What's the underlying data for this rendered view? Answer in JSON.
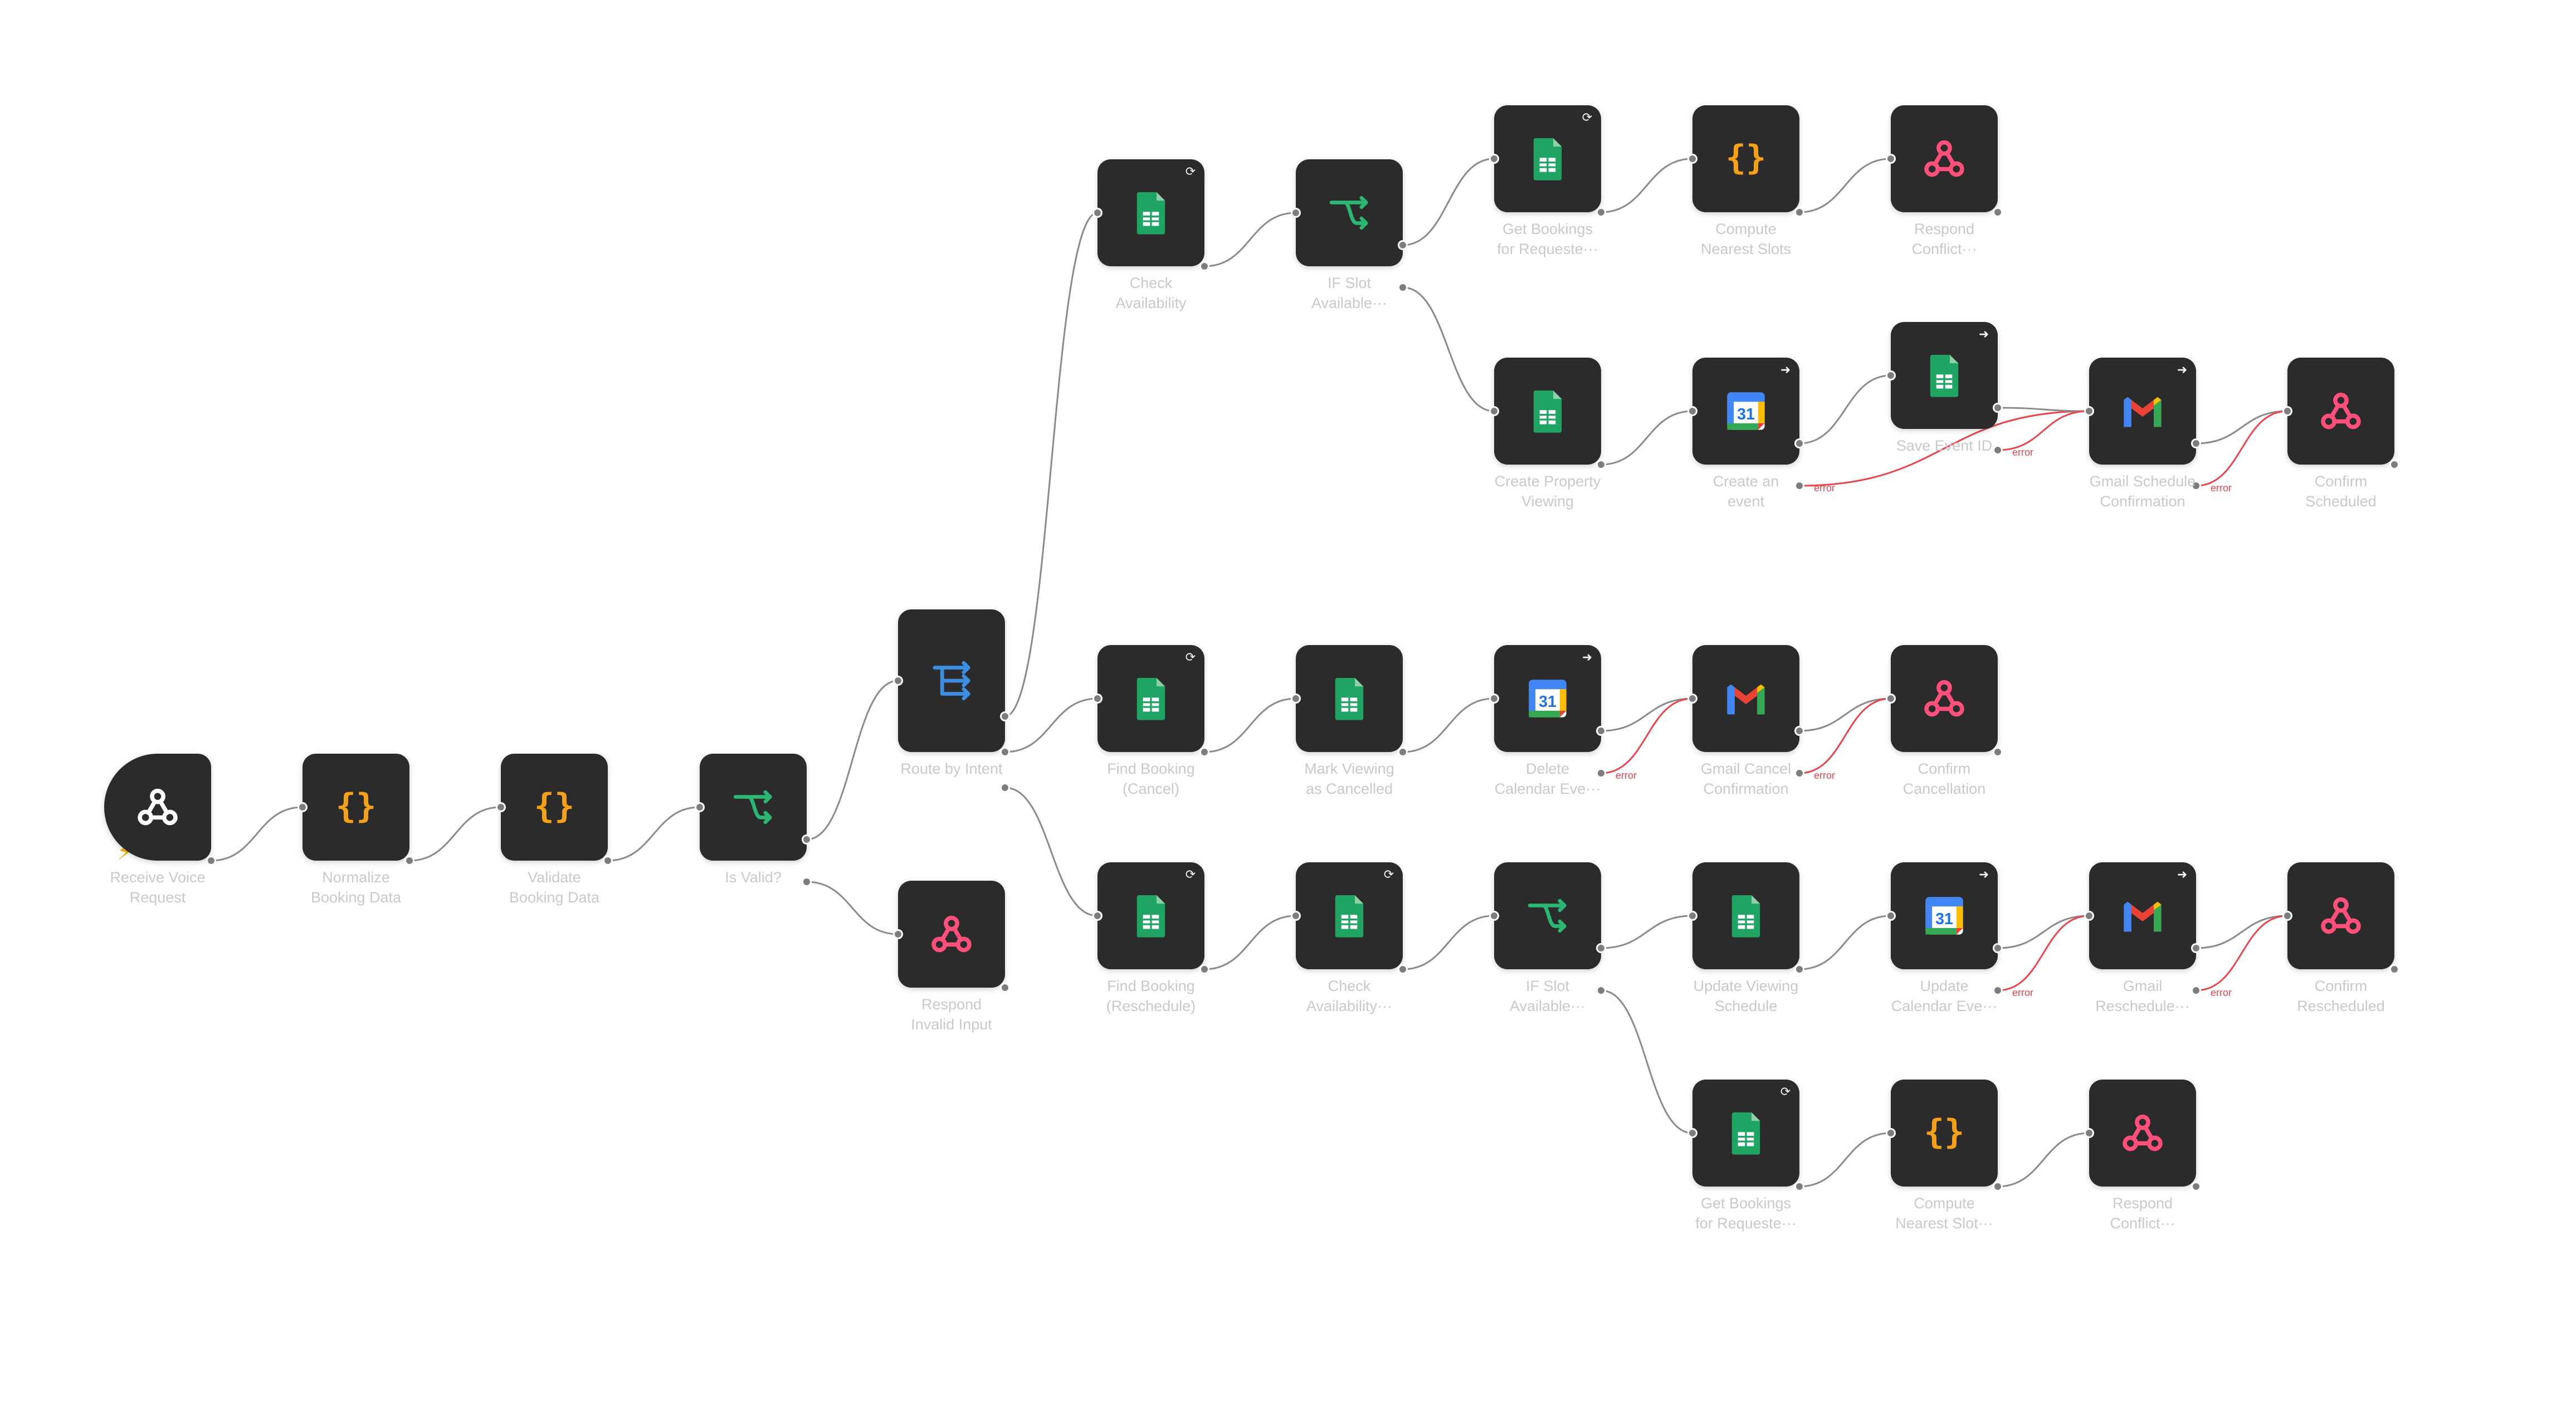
{
  "workflow": {
    "trigger_marker": "⚡",
    "error_label": "error",
    "colors": {
      "node_bg": "#2b2b2b",
      "connection": "#8a8a8a",
      "error_connection": "#e8464e",
      "label": "#c9c9c9",
      "code_icon": "#f4a11a",
      "webhook_icon": "#ff4f7b",
      "if_icon": "#2bb673",
      "switch_icon": "#3d8ee0",
      "sheets_icon": "#1fa463"
    },
    "nodes": [
      {
        "id": "receive",
        "icon": "webhook-white-icon",
        "label": [
          "Receive Voice",
          "Request"
        ]
      },
      {
        "id": "normalize",
        "icon": "code-icon",
        "label": [
          "Normalize",
          "Booking Data"
        ]
      },
      {
        "id": "validate",
        "icon": "code-icon",
        "label": [
          "Validate",
          "Booking Data"
        ]
      },
      {
        "id": "isvalid",
        "icon": "if-icon",
        "label": [
          "Is Valid?"
        ]
      },
      {
        "id": "route",
        "icon": "switch-icon",
        "label": [
          "Route by Intent"
        ]
      },
      {
        "id": "invalid",
        "icon": "webhook-icon",
        "label": [
          "Respond",
          "Invalid Input"
        ]
      },
      {
        "id": "check1",
        "icon": "sheets-icon",
        "badge": "refresh-icon",
        "label": [
          "Check",
          "Availability"
        ]
      },
      {
        "id": "ifslot1",
        "icon": "if-icon",
        "label": [
          "IF Slot",
          "Available···"
        ]
      },
      {
        "id": "getbook1",
        "icon": "sheets-icon",
        "badge": "refresh-icon",
        "label": [
          "Get Bookings",
          "for Requeste···"
        ]
      },
      {
        "id": "nearest1",
        "icon": "code-icon",
        "label": [
          "Compute",
          "Nearest Slots"
        ]
      },
      {
        "id": "conflict1",
        "icon": "webhook-icon",
        "label": [
          "Respond",
          "Conflict···"
        ]
      },
      {
        "id": "createview",
        "icon": "sheets-icon",
        "label": [
          "Create Property",
          "Viewing"
        ]
      },
      {
        "id": "createevent",
        "icon": "calendar-icon",
        "badge": "arrow-icon",
        "label": [
          "Create an",
          "event"
        ]
      },
      {
        "id": "saveevent",
        "icon": "sheets-icon",
        "badge": "arrow-icon",
        "label": [
          "Save Event ID"
        ]
      },
      {
        "id": "gmailsched",
        "icon": "gmail-icon",
        "badge": "arrow-icon",
        "label": [
          "Gmail Schedule",
          "Confirmation"
        ]
      },
      {
        "id": "confsched",
        "icon": "webhook-icon",
        "label": [
          "Confirm",
          "Scheduled"
        ]
      },
      {
        "id": "findcancel",
        "icon": "sheets-icon",
        "badge": "refresh-icon",
        "label": [
          "Find Booking",
          "(Cancel)"
        ]
      },
      {
        "id": "markcancel",
        "icon": "sheets-icon",
        "label": [
          "Mark Viewing",
          "as Cancelled"
        ]
      },
      {
        "id": "deletecal",
        "icon": "calendar-icon",
        "badge": "arrow-icon",
        "label": [
          "Delete",
          "Calendar Eve···"
        ]
      },
      {
        "id": "gmailcancel",
        "icon": "gmail-icon",
        "label": [
          "Gmail Cancel",
          "Confirmation"
        ]
      },
      {
        "id": "confcancel",
        "icon": "webhook-icon",
        "label": [
          "Confirm",
          "Cancellation"
        ]
      },
      {
        "id": "findresched",
        "icon": "sheets-icon",
        "badge": "refresh-icon",
        "label": [
          "Find Booking",
          "(Reschedule)"
        ]
      },
      {
        "id": "check2",
        "icon": "sheets-icon",
        "badge": "refresh-icon",
        "label": [
          "Check",
          "Availability···"
        ]
      },
      {
        "id": "ifslot2",
        "icon": "if-icon",
        "label": [
          "IF Slot",
          "Available···"
        ]
      },
      {
        "id": "updview",
        "icon": "sheets-icon",
        "label": [
          "Update Viewing",
          "Schedule"
        ]
      },
      {
        "id": "updcal",
        "icon": "calendar-icon",
        "badge": "arrow-icon",
        "label": [
          "Update",
          "Calendar Eve···"
        ]
      },
      {
        "id": "gmailresched",
        "icon": "gmail-icon",
        "badge": "arrow-icon",
        "label": [
          "Gmail",
          "Reschedule···"
        ]
      },
      {
        "id": "confresched",
        "icon": "webhook-icon",
        "label": [
          "Confirm",
          "Rescheduled"
        ]
      },
      {
        "id": "getbook2",
        "icon": "sheets-icon",
        "badge": "refresh-icon",
        "label": [
          "Get Bookings",
          "for Requeste···"
        ]
      },
      {
        "id": "nearest2",
        "icon": "code-icon",
        "label": [
          "Compute",
          "Nearest Slot···"
        ]
      },
      {
        "id": "conflict2",
        "icon": "webhook-icon",
        "label": [
          "Respond",
          "Conflict···"
        ]
      }
    ],
    "connections": [
      {
        "from": "receive",
        "to": "normalize"
      },
      {
        "from": "normalize",
        "to": "validate"
      },
      {
        "from": "validate",
        "to": "isvalid"
      },
      {
        "from": "isvalid",
        "to": "route",
        "port": 0
      },
      {
        "from": "isvalid",
        "to": "invalid",
        "port": 1
      },
      {
        "from": "route",
        "to": "check1",
        "port": 0
      },
      {
        "from": "route",
        "to": "findcancel",
        "port": 1
      },
      {
        "from": "route",
        "to": "findresched",
        "port": 2
      },
      {
        "from": "check1",
        "to": "ifslot1"
      },
      {
        "from": "ifslot1",
        "to": "getbook1",
        "port": 0
      },
      {
        "from": "ifslot1",
        "to": "createview",
        "port": 1
      },
      {
        "from": "getbook1",
        "to": "nearest1"
      },
      {
        "from": "nearest1",
        "to": "conflict1"
      },
      {
        "from": "createview",
        "to": "createevent"
      },
      {
        "from": "createevent",
        "to": "saveevent",
        "port": 0
      },
      {
        "from": "createevent",
        "to": "gmailsched",
        "port": 1,
        "error": true
      },
      {
        "from": "saveevent",
        "to": "gmailsched",
        "port": 0
      },
      {
        "from": "saveevent",
        "to": "gmailsched",
        "port": 1,
        "error": true
      },
      {
        "from": "gmailsched",
        "to": "confsched",
        "port": 0
      },
      {
        "from": "gmailsched",
        "to": "confsched",
        "port": 1,
        "error": true
      },
      {
        "from": "findcancel",
        "to": "markcancel"
      },
      {
        "from": "markcancel",
        "to": "deletecal"
      },
      {
        "from": "deletecal",
        "to": "gmailcancel",
        "port": 0
      },
      {
        "from": "deletecal",
        "to": "gmailcancel",
        "port": 1,
        "error": true
      },
      {
        "from": "gmailcancel",
        "to": "confcancel",
        "port": 0
      },
      {
        "from": "gmailcancel",
        "to": "confcancel",
        "port": 1,
        "error": true
      },
      {
        "from": "findresched",
        "to": "check2"
      },
      {
        "from": "check2",
        "to": "ifslot2"
      },
      {
        "from": "ifslot2",
        "to": "updview",
        "port": 0
      },
      {
        "from": "ifslot2",
        "to": "getbook2",
        "port": 1
      },
      {
        "from": "updview",
        "to": "updcal"
      },
      {
        "from": "updcal",
        "to": "gmailresched",
        "port": 0
      },
      {
        "from": "updcal",
        "to": "gmailresched",
        "port": 1,
        "error": true
      },
      {
        "from": "gmailresched",
        "to": "confresched",
        "port": 0
      },
      {
        "from": "gmailresched",
        "to": "confresched",
        "port": 1,
        "error": true
      },
      {
        "from": "getbook2",
        "to": "nearest2"
      },
      {
        "from": "nearest2",
        "to": "conflict2"
      }
    ]
  }
}
